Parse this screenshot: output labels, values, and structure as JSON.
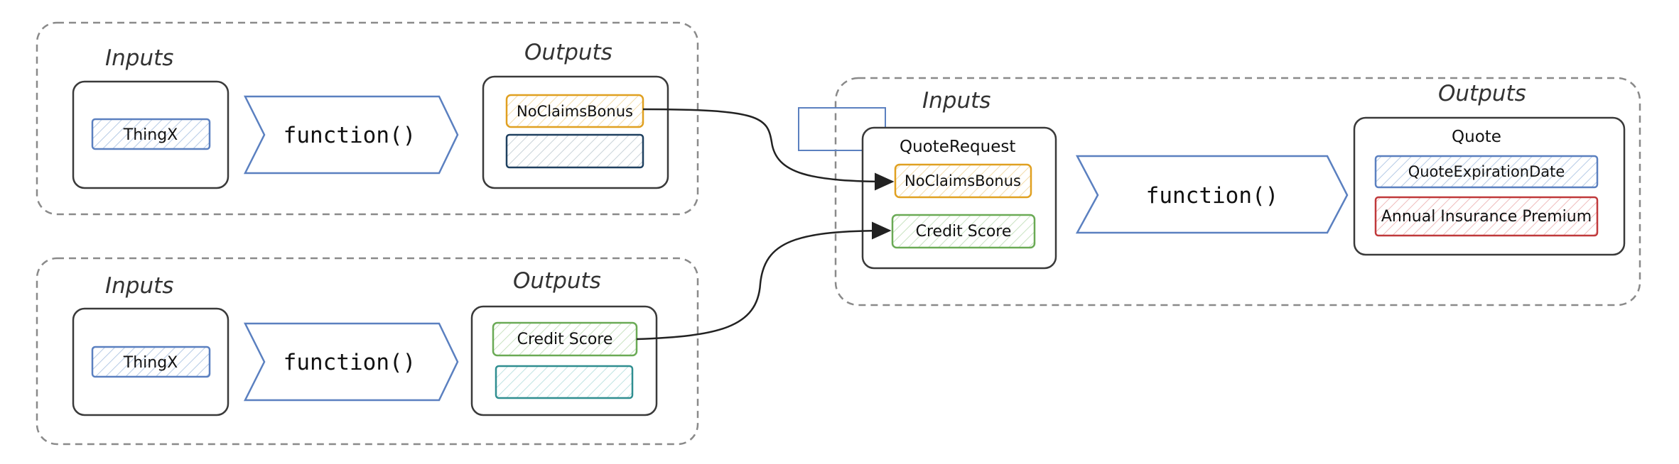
{
  "colors": {
    "group_border": "#8a8a8a",
    "box_border": "#3a3a3a",
    "blue": "#5b80c0",
    "orange": "#e0a020",
    "green": "#6aaa55",
    "red": "#c0393b",
    "navy": "#1f4060",
    "teal": "#2f8e90",
    "arrow": "#222222"
  },
  "top_left": {
    "inputs_label": "Inputs",
    "outputs_label": "Outputs",
    "input_item": "ThingX",
    "function_label": "function()",
    "output_item": "NoClaimsBonus"
  },
  "bottom_left": {
    "inputs_label": "Inputs",
    "outputs_label": "Outputs",
    "input_item": "ThingX",
    "function_label": "function()",
    "output_item": "Credit Score"
  },
  "right": {
    "inputs_label": "Inputs",
    "outputs_label": "Outputs",
    "request_title": "QuoteRequest",
    "request_items": [
      "NoClaimsBonus",
      "Credit Score"
    ],
    "function_label": "function()",
    "quote_title": "Quote",
    "quote_items": [
      "QuoteExpirationDate",
      "Annual Insurance Premium"
    ]
  }
}
